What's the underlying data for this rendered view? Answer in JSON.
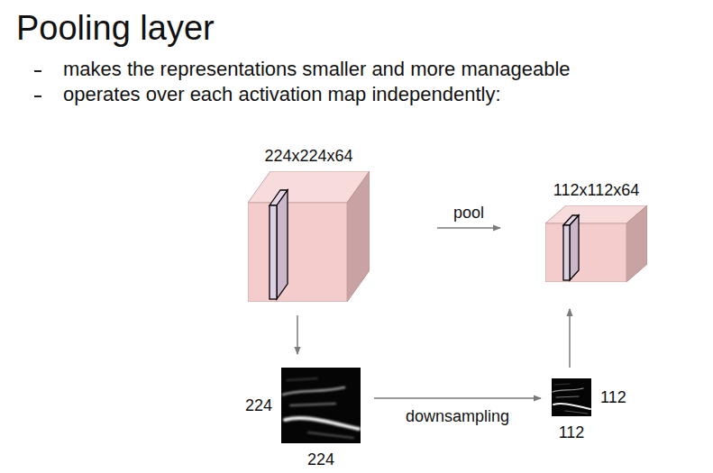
{
  "diagram": {
    "title": "Pooling layer",
    "nodes": [
      {
        "text": [
          "224x224x64"
        ]
      },
      {
        "text": [
          "112x112x64"
        ]
      },
      {
        "text": [
          "224",
          "224"
        ]
      },
      {
        "text": [
          "112",
          "112"
        ]
      }
    ],
    "edges": [
      {
        "from": 0,
        "to": 1,
        "arrow": "to",
        "label": "pool"
      },
      {
        "from": 0,
        "to": 2,
        "arrow": "to"
      },
      {
        "from": 2,
        "to": 3,
        "arrow": "to",
        "label": "downsampling"
      },
      {
        "from": 3,
        "to": 1,
        "arrow": "to"
      }
    ],
    "labels": [
      "makes the representations smaller and more manageable",
      "operates over each activation map independently:"
    ]
  }
}
